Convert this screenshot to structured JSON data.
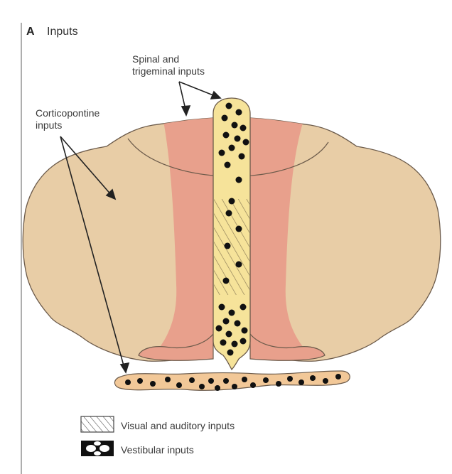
{
  "panel": {
    "letter": "A",
    "title": "Inputs"
  },
  "labels": {
    "spinal_line1": "Spinal and",
    "spinal_line2": "trigeminal inputs",
    "cortico_line1": "Corticopontine",
    "cortico_line2": "inputs"
  },
  "legend": {
    "visual": "Visual and auditory inputs",
    "vestibular": "Vestibular inputs"
  },
  "colors": {
    "hemisphere": "#e8cda6",
    "paravermis": "#e8a08c",
    "vermis": "#f6e39a",
    "outline": "#6b5a4a",
    "dots": "#111111"
  }
}
